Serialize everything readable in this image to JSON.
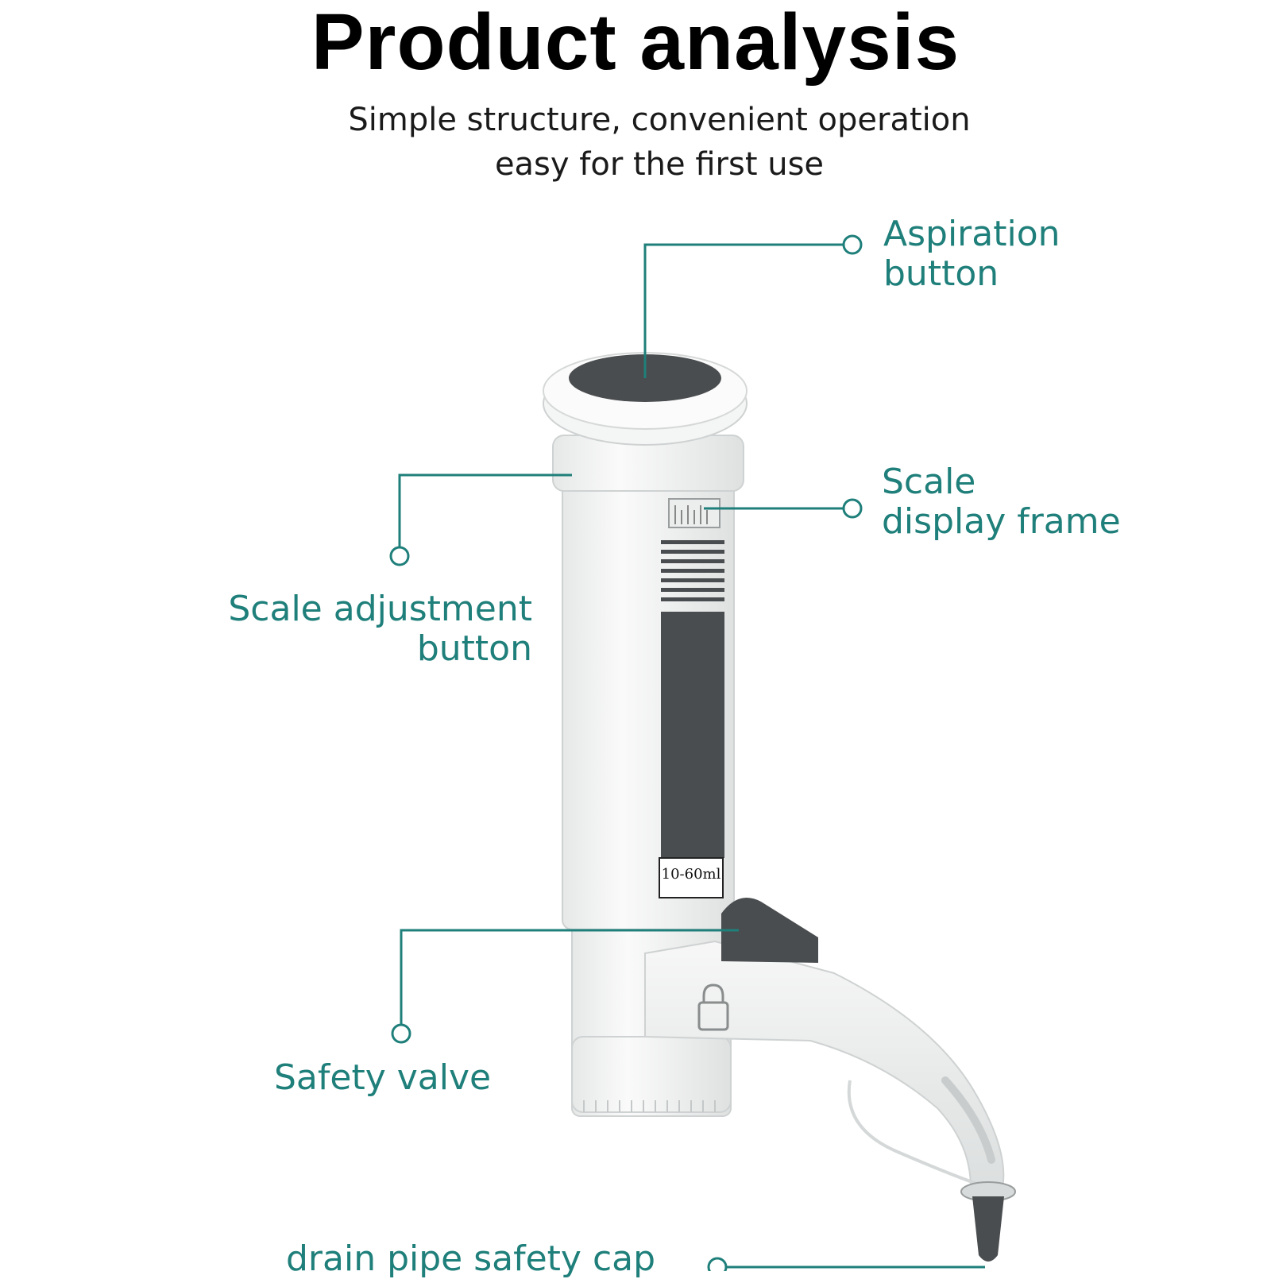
{
  "header": {
    "title": "Product analysis",
    "subtitle_line1": "Simple structure, convenient operation",
    "subtitle_line2": "easy for the first use"
  },
  "product": {
    "scale_window_text": "10-60ml"
  },
  "callouts": {
    "aspiration_button": {
      "line1": "Aspiration",
      "line2": "button"
    },
    "scale_display_frame": {
      "line1": "Scale",
      "line2": "display frame"
    },
    "scale_adjustment_button": {
      "line1": "Scale adjustment",
      "line2": "button"
    },
    "safety_valve": {
      "line1": "Safety valve"
    },
    "drain_pipe_safety_cap": {
      "line1": "drain pipe safety cap"
    }
  },
  "colors": {
    "accent_teal": "#1f7f7a",
    "body_white": "#f2f3f3",
    "dark_gray": "#4a4d4f"
  }
}
